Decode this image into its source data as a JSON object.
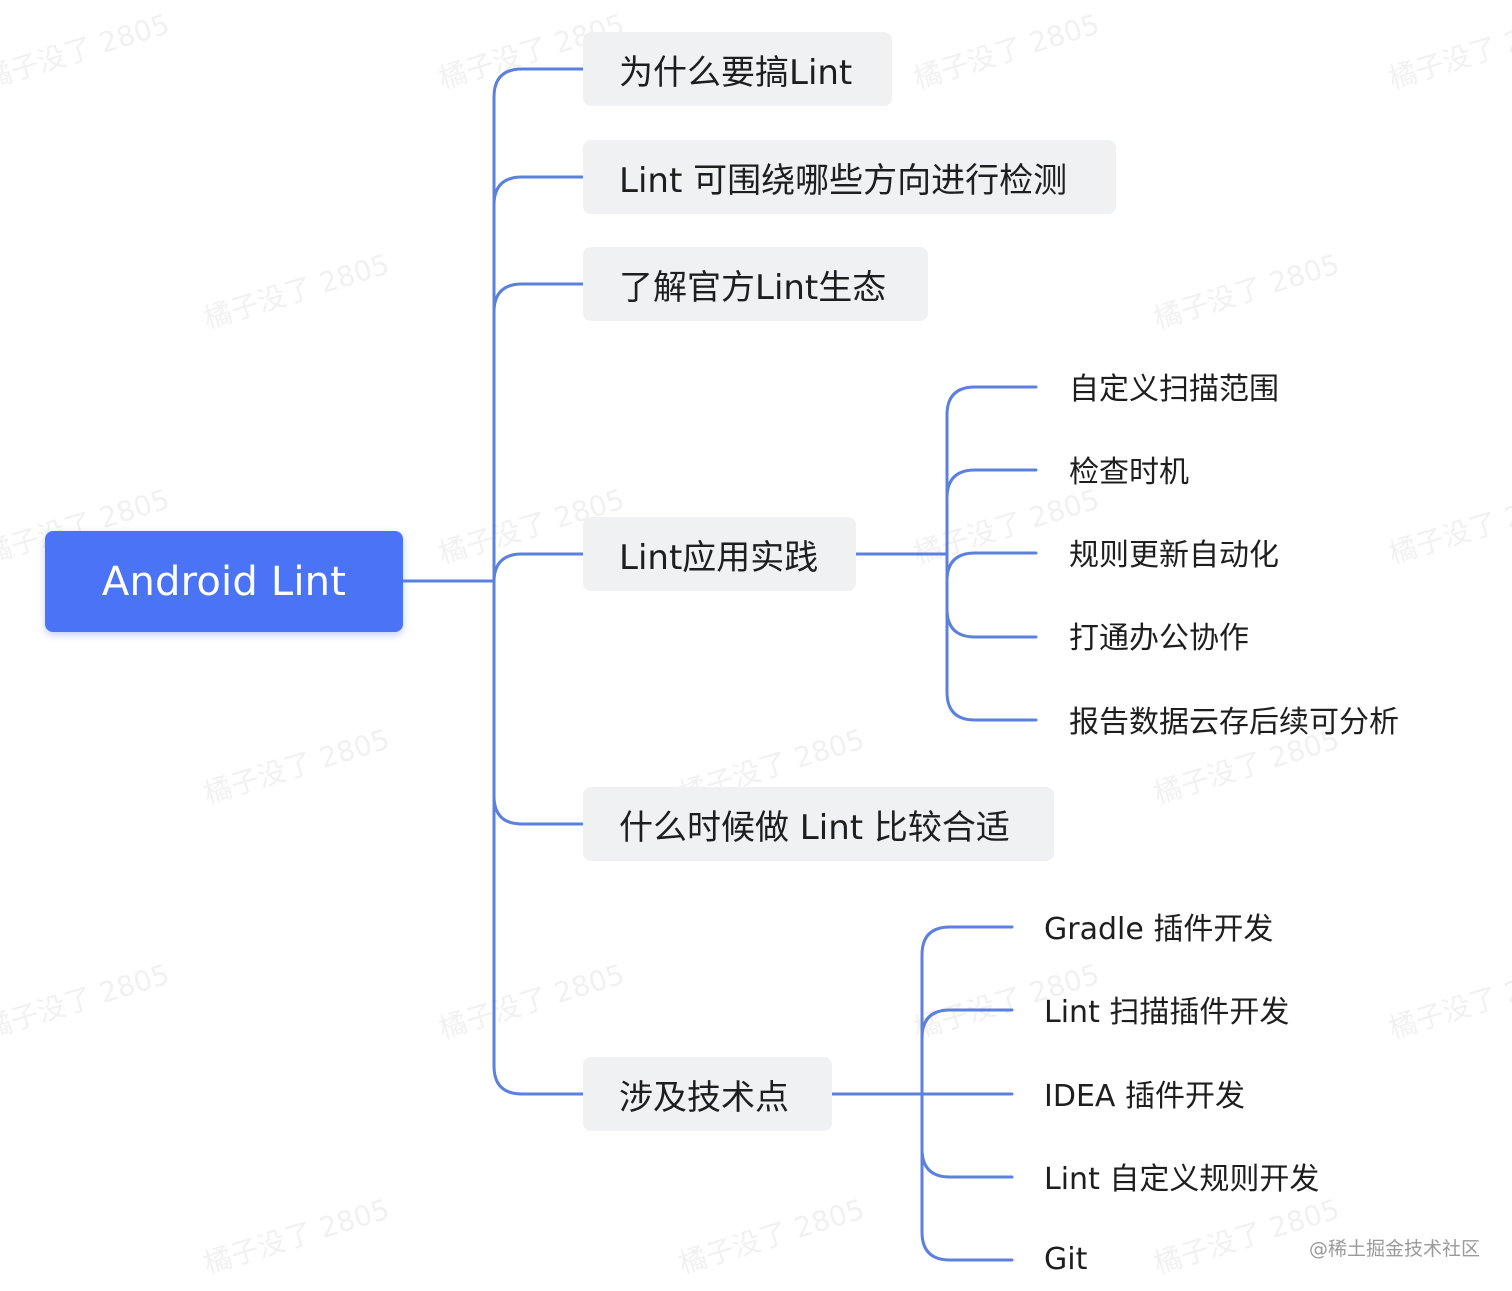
{
  "root": {
    "label": "Android Lint"
  },
  "branches": [
    {
      "label": "为什么要搞Lint",
      "children": []
    },
    {
      "label": "Lint 可围绕哪些方向进行检测",
      "children": []
    },
    {
      "label": "了解官方Lint生态",
      "children": []
    },
    {
      "label": "Lint应用实践",
      "children": [
        "自定义扫描范围",
        "检查时机",
        "规则更新自动化",
        "打通办公协作",
        "报告数据云存后续可分析"
      ]
    },
    {
      "label": "什么时候做 Lint 比较合适",
      "children": []
    },
    {
      "label": "涉及技术点",
      "children": [
        "Gradle 插件开发",
        "Lint 扫描插件开发",
        "IDEA 插件开发",
        "Lint 自定义规则开发",
        "Git"
      ]
    }
  ],
  "watermark": "橘子没了 2805",
  "site_mark": "@稀土掘金技术社区",
  "colors": {
    "root_fill": "#4a74f5",
    "connector": "#5b80e0",
    "box_fill": "#f0f1f3",
    "text": "#1e1e1e"
  }
}
